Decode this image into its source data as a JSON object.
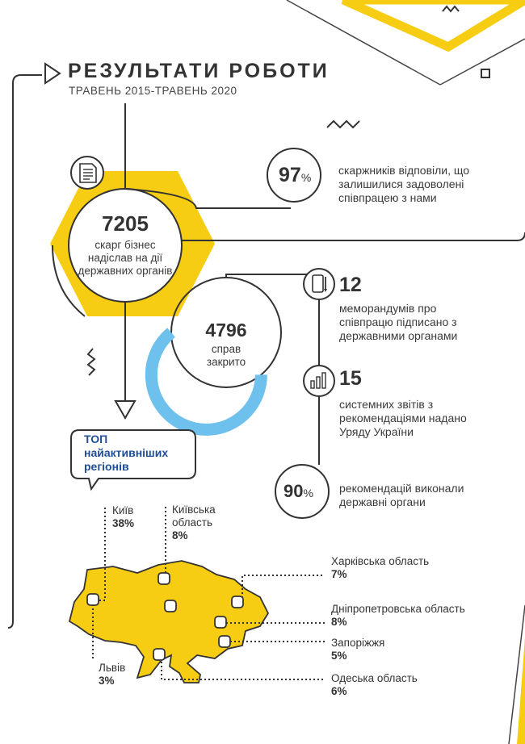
{
  "header": {
    "title": "РЕЗУЛЬТАТИ РОБОТИ",
    "subtitle": "ТРАВЕНЬ 2015-ТРАВЕНЬ 2020"
  },
  "colors": {
    "accent_yellow": "#f6cd12",
    "accent_blue": "#6ec1ec",
    "line_dark": "#333333",
    "top_label_blue": "#1f4e96"
  },
  "complaints": {
    "number": "7205",
    "text": "скарг бізнес надіслав на дії державних органів",
    "icon": "document-icon"
  },
  "satisfied": {
    "number": "97",
    "unit": "%",
    "text": "скаржників відповіли, що залишилися задоволені співпрацею з нами"
  },
  "closed": {
    "number": "4796",
    "text": "справ закрито",
    "progress_fraction": 0.64
  },
  "memoranda": {
    "number": "12",
    "text": "меморандумів про співпрацю підписано з державними органами",
    "icon": "phone-pen-icon"
  },
  "reports": {
    "number": "15",
    "text": "системних звітів з рекомендаціями надано Уряду України",
    "icon": "bar-chart-icon"
  },
  "implemented": {
    "number": "90",
    "unit": "%",
    "text": "рекомендацій виконали державні органи"
  },
  "top_regions": {
    "label": "ТОП найактивніших регіонів",
    "regions": [
      {
        "name": "Київ",
        "pct": "38%"
      },
      {
        "name": "Київська область",
        "pct": "8%"
      },
      {
        "name": "Харківська область",
        "pct": "7%"
      },
      {
        "name": "Дніпропетровська область",
        "pct": "8%"
      },
      {
        "name": "Запоріжжя",
        "pct": "5%"
      },
      {
        "name": "Одеська область",
        "pct": "6%"
      },
      {
        "name": "Львів",
        "pct": "3%"
      }
    ]
  }
}
